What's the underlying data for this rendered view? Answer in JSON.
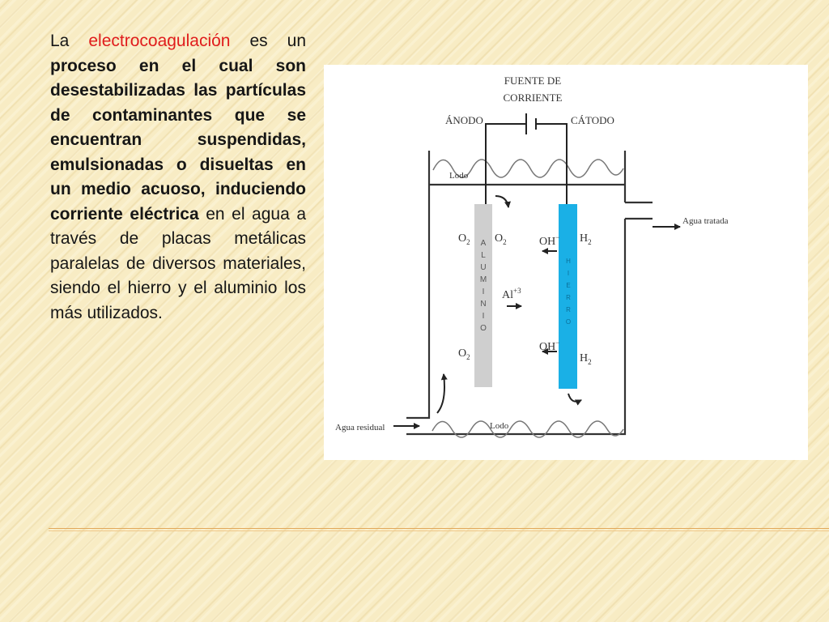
{
  "text": {
    "s1": "La ",
    "s2": "electrocoagulación",
    "s3": " es un ",
    "s4": "proceso en el cual son desestabilizadas las partículas de contaminantes que se encuentran suspendidas, emulsionadas o disueltas en un medio acuoso, induciendo corriente eléctrica",
    "s5": " en el agua a través de placas metálicas paralelas de diversos materiales, siendo el hierro y el aluminio los más utilizados."
  },
  "diagram": {
    "fuente_line1": "FUENTE DE",
    "fuente_line2": "CORRIENTE",
    "anodo": "ÁNODO",
    "catodo": "CÁTODO",
    "lodo_top": "Lodo",
    "lodo_bottom": "Lodo",
    "agua_tratada": "Agua tratada",
    "agua_residual": "Agua residual",
    "o2": "O",
    "o2_sub": "2",
    "h2": "H",
    "h2_sub": "2",
    "oh": "OH",
    "oh_sup": "−",
    "al": "Al",
    "al_sup": "+3",
    "aluminio_letters": [
      "A",
      "L",
      "U",
      "M",
      "I",
      "N",
      "I",
      "O"
    ],
    "hierro_letters": [
      "H",
      "I",
      "E",
      "R",
      "R",
      "O"
    ]
  },
  "colors": {
    "highlight": "#e01c1c",
    "anode_plate": "#cfcfcf",
    "cathode_plate": "#1ab0e6"
  }
}
